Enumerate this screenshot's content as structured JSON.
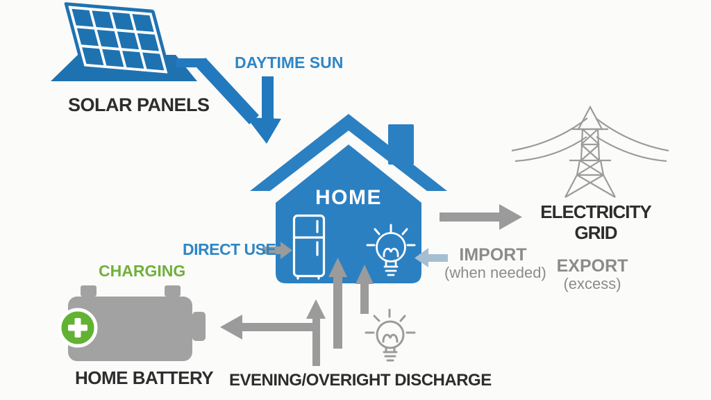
{
  "diagram_type": "home-solar-energy-flow",
  "colors": {
    "background": "#fbfbfa",
    "panel_blue": "#1f72b0",
    "house_blue": "#2b80c2",
    "arrow_blue": "#2379bd",
    "label_blue": "#2e86c6",
    "green": "#72af3b",
    "green_circle": "#62b234",
    "gray": "#9b9b9b",
    "battery_gray": "#a2a2a3",
    "import_arrow_blue": "#a6bed0",
    "dark_text": "#2d2d2d",
    "gray_text": "#8b8b8b"
  },
  "nodes": {
    "solar_panels": {
      "label": "SOLAR PANELS",
      "icon": "solar-panel-icon"
    },
    "home": {
      "label": "HOME",
      "icons": [
        "refrigerator-icon",
        "lightbulb-icon"
      ]
    },
    "home_battery": {
      "label": "HOME BATTERY",
      "icon": "battery-icon",
      "status_icon": "charging-plus-icon"
    },
    "electricity_grid": {
      "label_line1": "ELECTRICITY",
      "label_line2": "GRID",
      "icon": "transmission-tower-icon"
    }
  },
  "flows": {
    "daytime_sun": {
      "label": "DAYTIME SUN",
      "from": "solar_panels",
      "to": "home"
    },
    "direct_use": {
      "label": "DIRECT USE",
      "to": "home"
    },
    "charging": {
      "label": "CHARGING",
      "to": "home_battery"
    },
    "discharge": {
      "label": "EVENING/OVERIGHT DISCHARGE",
      "from": "home_battery",
      "to": "home",
      "icon": "discharge-bulb-icon"
    },
    "export": {
      "label": "EXPORT",
      "sublabel": "(excess)",
      "from": "home",
      "to": "electricity_grid"
    },
    "import": {
      "label": "IMPORT",
      "sublabel": "(when needed)",
      "from": "electricity_grid",
      "to": "home"
    }
  }
}
